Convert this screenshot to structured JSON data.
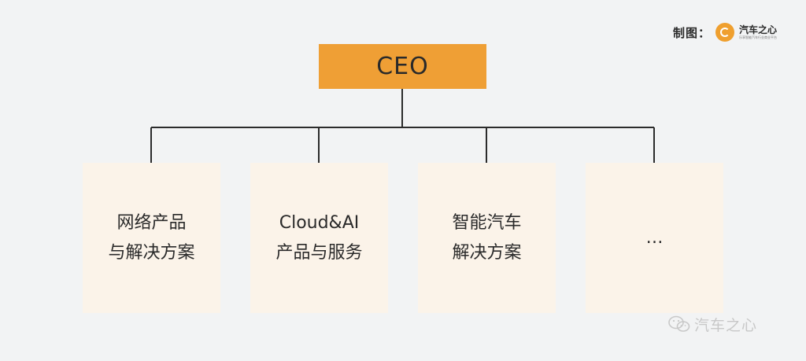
{
  "credit": {
    "label": "制图：",
    "logo_name": "汽车之心",
    "logo_tagline": "乐享智能汽车行业商业平台"
  },
  "root": {
    "label": "CEO"
  },
  "children": [
    {
      "lines": [
        "网络产品",
        "与解决方案"
      ]
    },
    {
      "lines": [
        "Cloud&AI",
        "产品与服务"
      ]
    },
    {
      "lines": [
        "智能汽车",
        "解决方案"
      ]
    },
    {
      "lines": [
        "…"
      ]
    }
  ],
  "watermark": {
    "text": "汽车之心",
    "icon": "wechat-icon"
  },
  "colors": {
    "background": "#f2f3f4",
    "root_fill": "#ef9f35",
    "child_fill": "#fbf3e9",
    "connector": "#2b2b2b"
  }
}
